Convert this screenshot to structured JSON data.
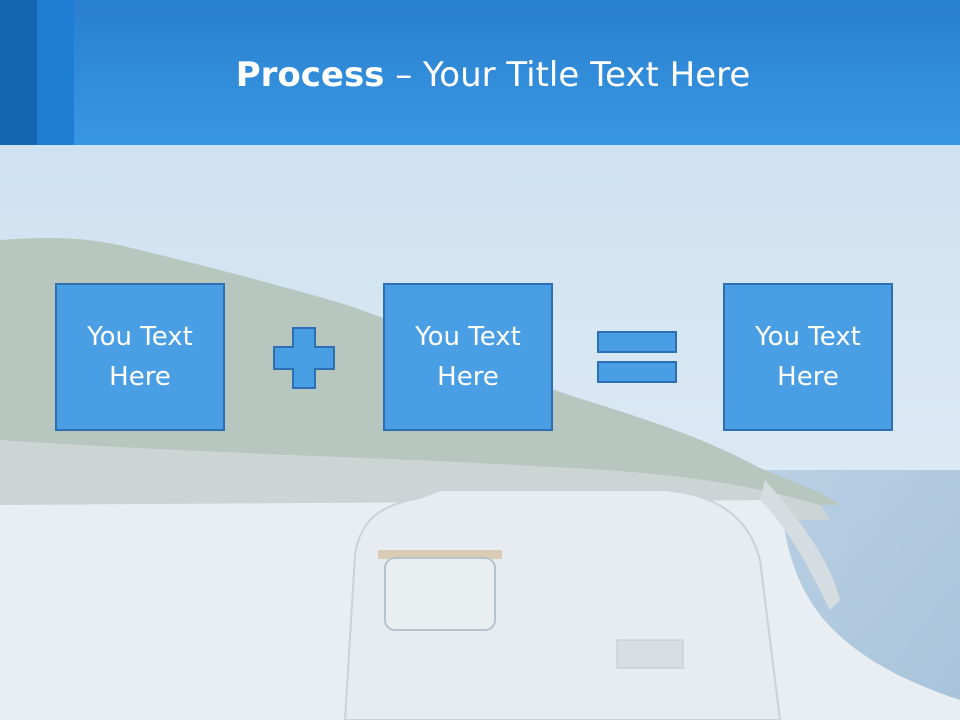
{
  "slide": {
    "title_bold": "Process",
    "title_rest": " – Your Title Text Here",
    "boxes": [
      {
        "text": "You Text Here"
      },
      {
        "text": "You Text Here"
      },
      {
        "text": "You Text Here"
      }
    ],
    "operators": [
      "plus-icon",
      "equals-icon"
    ]
  },
  "colors": {
    "header": "#3797e2",
    "box_fill": "#4a9ee3",
    "box_border": "#2d6fb3"
  }
}
